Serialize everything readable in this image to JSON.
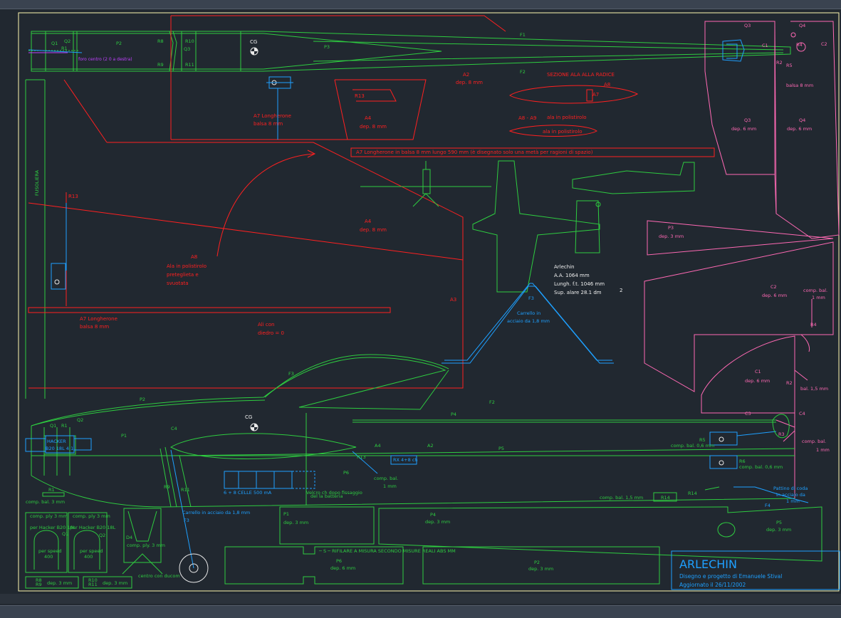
{
  "colors": {
    "bg": "#212830",
    "green": "#2ecc40",
    "red": "#ff2020",
    "pink": "#ff69b4",
    "cyan": "#1ea0ff",
    "white": "#f0f0f0",
    "magenta": "#c040ff",
    "frame": "#fff9b0"
  },
  "labels": {
    "q1": "Q1",
    "q2": "Q2",
    "r1": "R1",
    "p2": "P2",
    "r8": "R8",
    "r10": "R10",
    "q3": "Q3",
    "r9": "R9",
    "r11": "R11",
    "cg": "CG",
    "p3": "P3",
    "f1": "F1",
    "f2": "F2",
    "magenta_note": "foro centro (2 0 a destra)",
    "a2": "A2",
    "a2_dep": "dep. 8 mm",
    "r13": "R13",
    "a4_top": "A4",
    "a4_top_dep": "dep. 8 mm",
    "a7_lon_top": "A7 Longherone",
    "a7_lon_top_sub": "balsa 8 mm",
    "sezione": "SEZIONE ALA ALLA RADICE",
    "a8_sec": "A8",
    "a7_sec": "A7",
    "a8a9": "A8 - A9",
    "sec_small": "ala in polistirolo",
    "sec_small2": "ala in polistirolo",
    "a7_bar": "A7   Longherone in balsa 8 mm lungo 590 mm (è disegnato solo una metà per ragioni di spazio)",
    "fusoliera": "FUSOLIERA",
    "r13_side": "R13",
    "a4_mid": "A4",
    "a4_mid_dep": "dep. 8 mm",
    "a8_big": "A8",
    "a8_l1": "Ala in polistirolo",
    "a8_l2": "preteglieta e",
    "a8_l3": "svuotata",
    "a3": "A3",
    "a7_low": "A7 Longherone",
    "a7_low_sub": "balsa 8 mm",
    "ali_con": "Ali con",
    "diedro": "diedro = 0",
    "q3_top": "Q3",
    "q4_top": "Q4",
    "c1_top": "C1",
    "r4_top": "R4",
    "c2_top": "C2",
    "r2_top": "R2",
    "r5_top": "R5",
    "balsa_note": "balsa 8 mm",
    "q3_mid": "Q3",
    "q3_dep": "dep. 6 mm",
    "q4_mid": "Q4",
    "q4_dep": "dep. 6 mm",
    "p3_r": "P3",
    "p3_r_dep": "dep. 3 mm",
    "arlechin_t": "Arlechin",
    "spec1": "A.A. 1064 mm",
    "spec2": "Lungh. f.t. 1046 mm",
    "spec3": "Sup. alare 28.1 dm",
    "spec3_sup": "2",
    "f3_top": "F3",
    "carrello_l1": "Carrello in",
    "carrello_l2": "acciaio da 1,8 mm",
    "c2_r": "C2",
    "c2_r_dep": "dep. 6 mm",
    "comp_bal": "comp. bal.",
    "one_mm": "1 mm",
    "r4_r": "R4",
    "c1_r": "C1",
    "c1_r_dep": "dep. 6 mm",
    "r2_r": "R2",
    "bal_15": "bal. 1,5 mm",
    "f3_side": "F3",
    "p2_side": "P2",
    "f2_side": "F2",
    "p4_side": "P4",
    "c3_side": "C3",
    "c4_side": "C4",
    "r3_side": "R3",
    "comp_bal_r": "comp. bal.",
    "comp_bal_r2": "1 mm",
    "q2_side": "Q2",
    "q1_side": "Q1",
    "r1_side": "R1",
    "hacker": "HACKER",
    "hacker2": "B20 18L 4:1",
    "p1_side": "P1",
    "c4_gear": "C4",
    "cg_side": "CG",
    "a4_side": "A4",
    "a2_side": "A2",
    "p5_side": "P5",
    "r13_s": "R13",
    "p6_side": "P6",
    "comp_bal_m": "comp. bal.",
    "comp_bal_m2": "1 mm",
    "rx": "RX 4+8 ch",
    "r5_side": "R5",
    "comp_s1": "comp. bal. 0,6 mm",
    "r6_side": "R6",
    "comp_s2": "comp. bal. 0,6 mm",
    "r9_s": "R9",
    "r11_s": "R11",
    "celle": "6 + 8  CELLE 500 mA",
    "r1_bot": "R1",
    "comp3": "comp. bal. 3 mm",
    "carrello_s": "Carrello in acciaio da 1,8 mm",
    "f3_s": "F3",
    "comp15": "comp. bal. 1,5 mm",
    "r14": "R14",
    "r14_b": "R14",
    "pattino1": "Pattino di coda",
    "pattino2": "in acciaio da",
    "pattino3": "1 mm",
    "f4": "F4",
    "tiny_note": "Velcro ch dopo fissaggio",
    "tiny_note2": "del la batteria",
    "q1_box_h": "comp. ply 3 mm",
    "q1_box_a": "per Hacker B20 18L",
    "q1_box_b": "per speed",
    "q1_box_c": "400",
    "q1_lbl": "Q1",
    "q2_box_h": "comp. ply 3 mm",
    "q2_box_a": "per Hacker B20 18L",
    "q2_box_b": "per speed",
    "q2_box_c": "400",
    "q2_lbl": "Q2",
    "d4": "D4",
    "d4_sub": "comp. ply. 3 mm",
    "d4_sub2": "centro con ducom",
    "r8r9": "R8",
    "r8r9b": "R9",
    "r8_dep": "dep. 3 mm",
    "r10r11": "R10",
    "r10r11b": "R11",
    "r10_dep": "dep. 3 mm",
    "p1_box": "P1",
    "p1_dep": "dep. 3 mm",
    "p4_box": "P4",
    "p4_dep": "dep. 3 mm",
    "p5_box": "P5",
    "p5_dep": "dep. 3 mm",
    "p6_box": "P6",
    "p6_dep": "dep. 6 mm",
    "p6_note": "─ S ─ RIFILARE A MISURA SECONDO MISURE REALI  ABS MM",
    "p2_box": "P2",
    "p2_dep": "dep. 3 mm",
    "title": "ARLECHIN",
    "credit": "Disegno e progetto di Emanuele Stival",
    "updated": "Aggiornato il 26/11/2002"
  }
}
